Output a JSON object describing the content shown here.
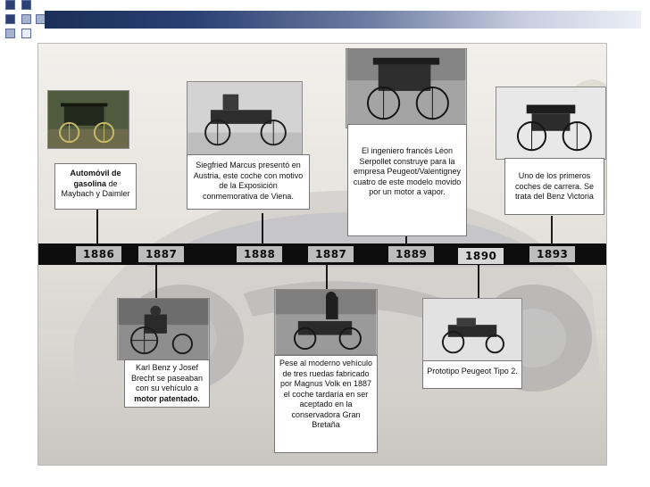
{
  "header": {
    "square_colors": [
      "#2b4073",
      "#2b4073",
      "#2b4073",
      "#a7b2cf",
      "#a7b2cf",
      "#a7b2cf",
      "#e9edf5"
    ]
  },
  "timeline": {
    "years": [
      "1886",
      "1887",
      "1888",
      "1887",
      "1889",
      "1890",
      "1893"
    ]
  },
  "events": {
    "e1886": {
      "caption_bold": "Automóvil de gasolina",
      "caption_rest": " de Maybach y Daimler",
      "photo_icon": "horse-carriage-car-photo"
    },
    "e1887a": {
      "caption_pre": "Karl Benz y Josef Brecht se paseaban con su vehículo a ",
      "caption_bold": "motor patentado.",
      "photo_icon": "benz-motorwagen-photo"
    },
    "e1888": {
      "caption": "Siegfried Marcus presentó en Austria, este coche con motivo de la Exposición conmemorativa de Viena.",
      "photo_icon": "marcus-car-photo"
    },
    "e1887b": {
      "caption": "Pese al moderno vehículo de tres ruedas fabricado por Magnus Volk en 1887 el coche tardaría en ser aceptado en la conservadora Gran Bretaña",
      "photo_icon": "volk-three-wheeler-photo"
    },
    "e1889": {
      "caption": "El ingeniero francés Léon Serpollet construye para la empresa Peugeot/Valentigney cuatro de este modelo movido por un motor a vapor.",
      "photo_icon": "serpollet-steam-car-photo"
    },
    "e1890": {
      "caption": "Prototipo Peugeot Tipo 2.",
      "photo_icon": "peugeot-type2-photo"
    },
    "e1893": {
      "caption": "Uno de los primeros coches de carrera. Se trata del Benz Victoria",
      "photo_icon": "benz-victoria-photo"
    }
  }
}
